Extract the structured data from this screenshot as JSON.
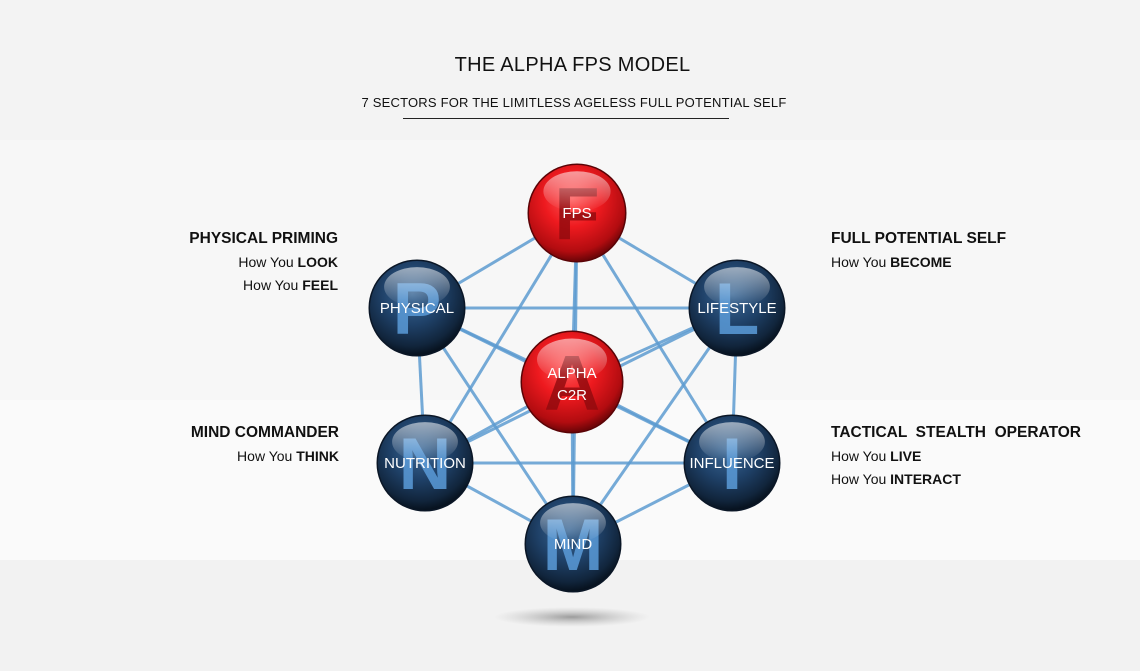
{
  "header": {
    "title": "THE ALPHA FPS MODEL",
    "subtitle": "7 SECTORS FOR THE LIMITLESS AGELESS FULL POTENTIAL SELF"
  },
  "colors": {
    "red_node": "#e8141b",
    "blue_node": "#1d3f66",
    "connector": "#5d9bd0",
    "text_dark": "#111111"
  },
  "nodes": [
    {
      "id": "fps",
      "letter": "F",
      "label": "FPS",
      "color": "red"
    },
    {
      "id": "physical",
      "letter": "P",
      "label": "PHYSICAL",
      "color": "blue"
    },
    {
      "id": "lifestyle",
      "letter": "L",
      "label": "LIFESTYLE",
      "color": "blue"
    },
    {
      "id": "alpha",
      "letter": "A",
      "label_line1": "ALPHA",
      "label_line2": "C2R",
      "color": "red"
    },
    {
      "id": "nutrition",
      "letter": "N",
      "label": "NUTRITION",
      "color": "blue"
    },
    {
      "id": "influence",
      "letter": "I",
      "label": "INFLUENCE",
      "color": "blue"
    },
    {
      "id": "mind",
      "letter": "M",
      "label": "MIND",
      "color": "blue"
    }
  ],
  "callouts": {
    "physical_priming": {
      "heading": "PHYSICAL PRIMING",
      "lines": [
        {
          "prefix": "How You ",
          "bold": "LOOK"
        },
        {
          "prefix": "How You ",
          "bold": "FEEL"
        }
      ]
    },
    "full_potential_self": {
      "heading": "FULL POTENTIAL SELF",
      "lines": [
        {
          "prefix": "How You ",
          "bold": "BECOME"
        }
      ]
    },
    "mind_commander": {
      "heading": "MIND COMMANDER",
      "lines": [
        {
          "prefix": "How You ",
          "bold": "THINK"
        }
      ]
    },
    "tactical_stealth_operator": {
      "heading": "TACTICAL  STEALTH  OPERATOR",
      "lines": [
        {
          "prefix": "How You ",
          "bold": "LIVE"
        },
        {
          "prefix": "How You ",
          "bold": "INTERACT"
        }
      ]
    }
  },
  "edges": [
    [
      "fps",
      "physical"
    ],
    [
      "fps",
      "lifestyle"
    ],
    [
      "fps",
      "alpha"
    ],
    [
      "fps",
      "nutrition"
    ],
    [
      "fps",
      "influence"
    ],
    [
      "fps",
      "mind"
    ],
    [
      "physical",
      "lifestyle"
    ],
    [
      "physical",
      "alpha"
    ],
    [
      "physical",
      "nutrition"
    ],
    [
      "physical",
      "influence"
    ],
    [
      "physical",
      "mind"
    ],
    [
      "lifestyle",
      "alpha"
    ],
    [
      "lifestyle",
      "nutrition"
    ],
    [
      "lifestyle",
      "influence"
    ],
    [
      "lifestyle",
      "mind"
    ],
    [
      "alpha",
      "nutrition"
    ],
    [
      "alpha",
      "influence"
    ],
    [
      "alpha",
      "mind"
    ],
    [
      "nutrition",
      "influence"
    ],
    [
      "nutrition",
      "mind"
    ],
    [
      "influence",
      "mind"
    ]
  ]
}
